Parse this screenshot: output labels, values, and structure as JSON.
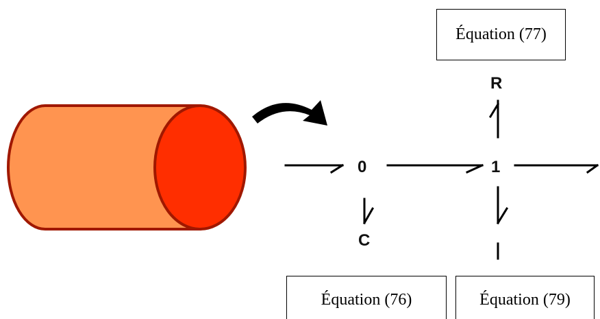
{
  "diagram": {
    "nodes": {
      "zero": "0",
      "one": "1",
      "resistance": "R",
      "capacitance": "C",
      "inertance": "I"
    },
    "equations": {
      "top": "Équation (77)",
      "bottom_left": "Équation (76)",
      "bottom_right": "Équation (79)"
    },
    "colors": {
      "cylinder_body": "#ff9450",
      "cylinder_face": "#ff2e00",
      "cylinder_outline": "#a01800",
      "ink": "#000000"
    }
  }
}
